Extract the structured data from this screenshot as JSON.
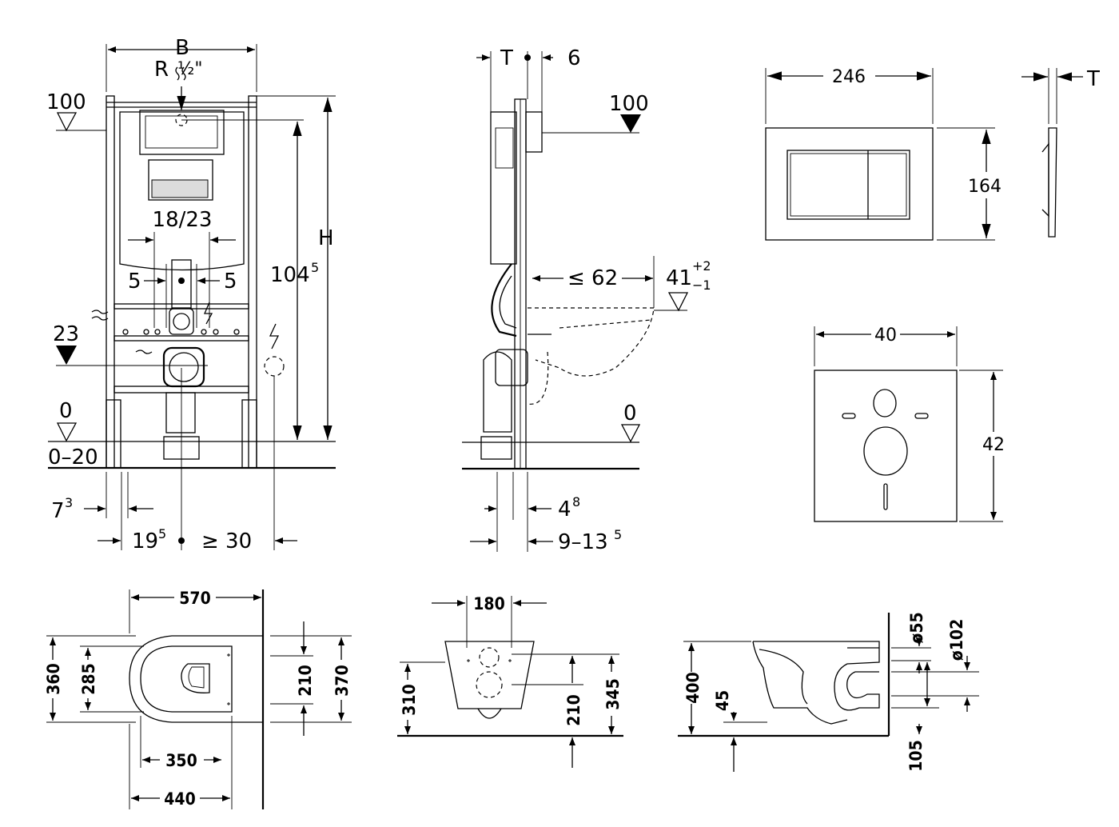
{
  "front_view": {
    "width": "B",
    "thread": "R",
    "thread_size": "½\"",
    "level_top": "100",
    "level_outlet": "23",
    "level_floor": "0",
    "floor_range": "0–20",
    "height": "H",
    "height_mm": "104",
    "height_mm_sup": "5",
    "spacing": "18/23",
    "offset_left": "5",
    "offset_right": "5",
    "foot": "7",
    "foot_sup": "3",
    "center_dist": "19",
    "center_dist_sup": "5",
    "min_clearance": "≥ 30"
  },
  "side_view": {
    "depth": "T",
    "plate_offset": "6",
    "level_top": "100",
    "max_projection": "≤ 62",
    "level_seat": "41",
    "tol_plus": "+2",
    "tol_minus": "−1",
    "level_floor": "0",
    "foot_depth": "4",
    "foot_depth_sup": "8",
    "wall_depth": "9–13",
    "wall_depth_sup": "5"
  },
  "flush_plate": {
    "width": "246",
    "height": "164",
    "depth": "T"
  },
  "sound_pad": {
    "width": "40",
    "height": "42"
  },
  "bowl_top": {
    "length": "570",
    "width_outer": "360",
    "width_inner": "285",
    "fix_spacing": "210",
    "width_total": "370",
    "dist_350": "350",
    "dist_440": "440"
  },
  "bowl_rear": {
    "bolt_spacing": "180",
    "height": "310",
    "bolt_height": "210",
    "total_height": "345"
  },
  "bowl_side": {
    "height": "400",
    "rim": "45",
    "inlet": "ø55",
    "outlet": "ø102",
    "outlet_height": "105"
  }
}
